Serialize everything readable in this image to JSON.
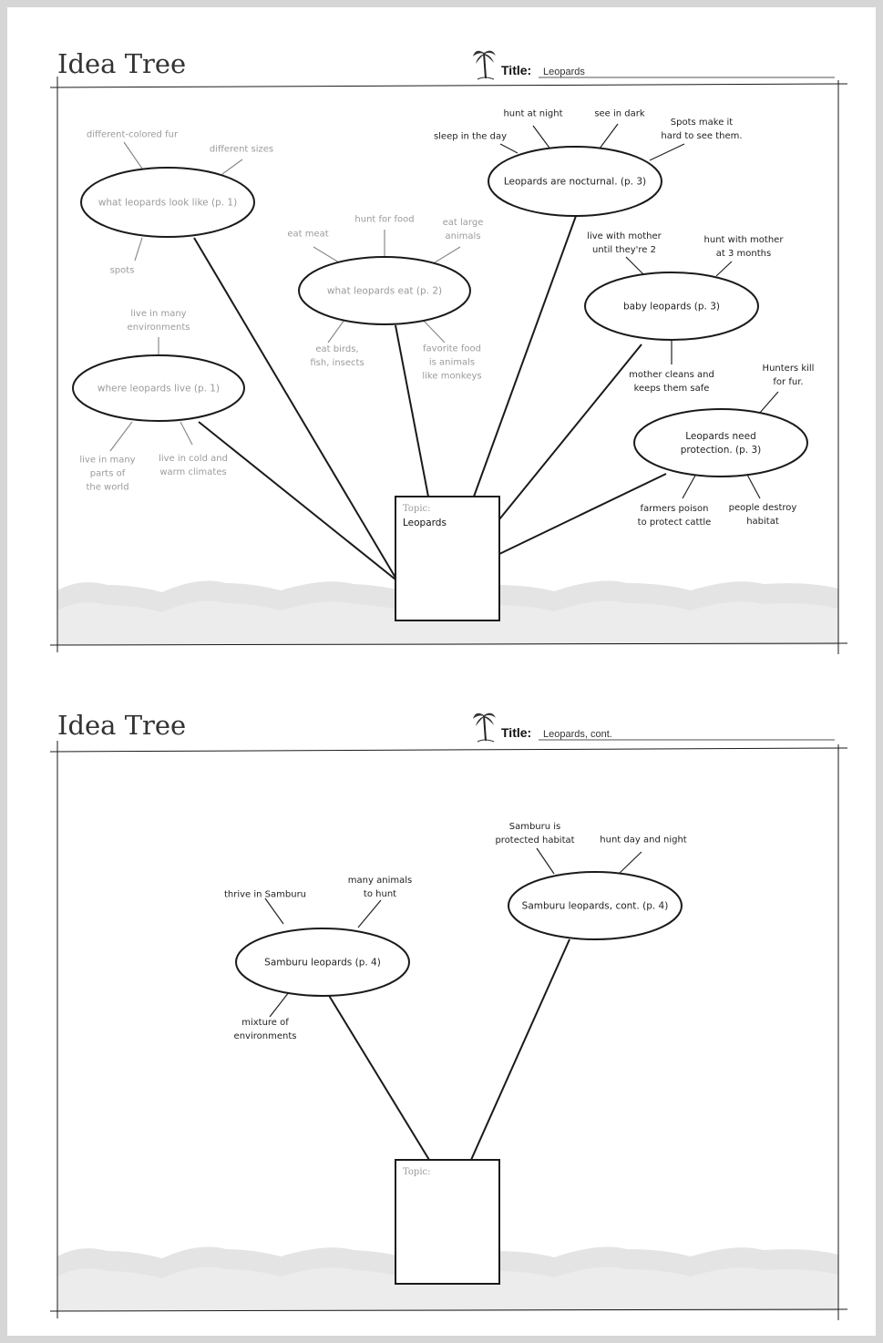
{
  "pages": [
    {
      "heading": "Idea Tree",
      "title_label": "Title:",
      "title_value": "Leopards",
      "topic_label": "Topic:",
      "topic_value": "Leopards",
      "bubbles": [
        {
          "id": "b1",
          "lines": [
            "what leopards look like (p. 1)"
          ],
          "tone": "gray",
          "details": [
            {
              "lines": [
                "different-colored fur"
              ],
              "tone": "gray"
            },
            {
              "lines": [
                "different sizes"
              ],
              "tone": "gray"
            },
            {
              "lines": [
                "spots"
              ],
              "tone": "gray"
            }
          ]
        },
        {
          "id": "b2",
          "lines": [
            "where leopards live (p. 1)"
          ],
          "tone": "gray",
          "details": [
            {
              "lines": [
                "live in many",
                "environments"
              ],
              "tone": "gray"
            },
            {
              "lines": [
                "live in many",
                "parts of",
                "the world"
              ],
              "tone": "gray"
            },
            {
              "lines": [
                "live in cold and",
                "warm climates"
              ],
              "tone": "gray"
            }
          ]
        },
        {
          "id": "b3",
          "lines": [
            "what leopards eat (p. 2)"
          ],
          "tone": "gray",
          "details": [
            {
              "lines": [
                "eat meat"
              ],
              "tone": "gray"
            },
            {
              "lines": [
                "hunt for food"
              ],
              "tone": "gray"
            },
            {
              "lines": [
                "eat large",
                "animals"
              ],
              "tone": "gray"
            },
            {
              "lines": [
                "eat birds,",
                "fish, insects"
              ],
              "tone": "gray"
            },
            {
              "lines": [
                "favorite food",
                "is animals",
                "like monkeys"
              ],
              "tone": "gray"
            }
          ]
        },
        {
          "id": "b4",
          "lines": [
            "Leopards are nocturnal. (p. 3)"
          ],
          "tone": "dark",
          "details": [
            {
              "lines": [
                "sleep in the day"
              ],
              "tone": "dark"
            },
            {
              "lines": [
                "hunt at night"
              ],
              "tone": "dark"
            },
            {
              "lines": [
                "see in dark"
              ],
              "tone": "dark"
            },
            {
              "lines": [
                "Spots make it",
                "hard to see them."
              ],
              "tone": "dark"
            }
          ]
        },
        {
          "id": "b5",
          "lines": [
            "baby leopards (p. 3)"
          ],
          "tone": "dark",
          "details": [
            {
              "lines": [
                "live with mother",
                "until they're 2"
              ],
              "tone": "dark"
            },
            {
              "lines": [
                "hunt with mother",
                "at 3 months"
              ],
              "tone": "dark"
            },
            {
              "lines": [
                "mother cleans and",
                "keeps them safe"
              ],
              "tone": "dark"
            }
          ]
        },
        {
          "id": "b6",
          "lines": [
            "Leopards need",
            "protection. (p. 3)"
          ],
          "tone": "dark",
          "details": [
            {
              "lines": [
                "Hunters kill",
                "for fur."
              ],
              "tone": "dark"
            },
            {
              "lines": [
                "farmers poison",
                "to protect cattle"
              ],
              "tone": "dark"
            },
            {
              "lines": [
                "people destroy",
                "habitat"
              ],
              "tone": "dark"
            }
          ]
        }
      ]
    },
    {
      "heading": "Idea Tree",
      "title_label": "Title:",
      "title_value": "Leopards, cont.",
      "topic_label": "Topic:",
      "topic_value": "",
      "bubbles": [
        {
          "id": "c1",
          "lines": [
            "Samburu leopards (p. 4)"
          ],
          "tone": "dark",
          "details": [
            {
              "lines": [
                "thrive in Samburu"
              ],
              "tone": "dark"
            },
            {
              "lines": [
                "many animals",
                "to hunt"
              ],
              "tone": "dark"
            },
            {
              "lines": [
                "mixture of",
                "environments"
              ],
              "tone": "dark"
            }
          ]
        },
        {
          "id": "c2",
          "lines": [
            "Samburu leopards, cont. (p. 4)"
          ],
          "tone": "dark",
          "details": [
            {
              "lines": [
                "Samburu is",
                "protected habitat"
              ],
              "tone": "dark"
            },
            {
              "lines": [
                "hunt day and night"
              ],
              "tone": "dark"
            }
          ]
        }
      ]
    }
  ]
}
